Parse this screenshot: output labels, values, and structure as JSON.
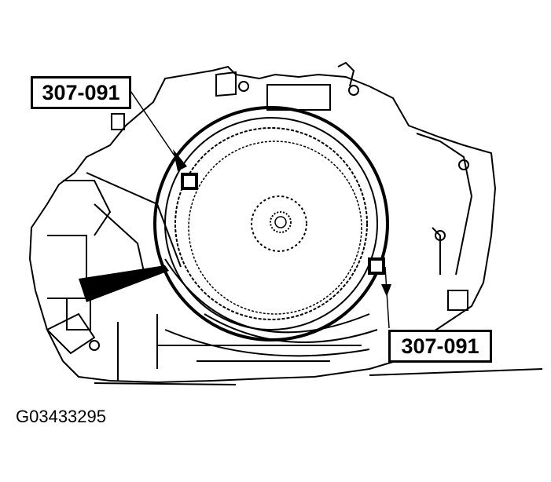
{
  "diagram": {
    "subject": "transmission-case-with-torque-converter",
    "callouts": [
      {
        "label": "307-091",
        "position": "upper-left"
      },
      {
        "label": "307-091",
        "position": "lower-right"
      }
    ],
    "figure_id": "G03433295",
    "colors": {
      "line": "#000000",
      "background": "#ffffff"
    }
  }
}
